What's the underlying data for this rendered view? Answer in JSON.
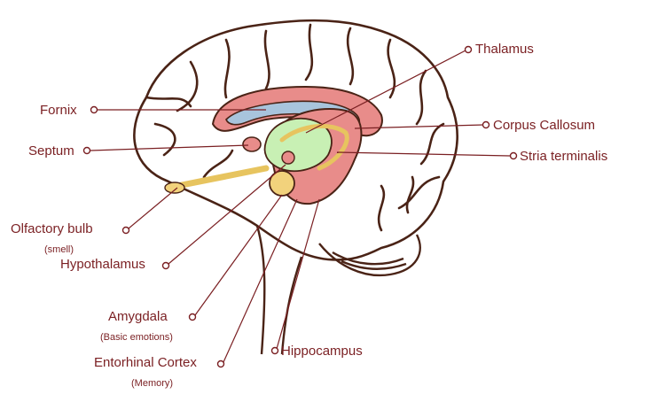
{
  "labels": {
    "thalamus": "Thalamus",
    "fornix": "Fornix",
    "corpus_callosum": "Corpus Callosum",
    "septum": "Septum",
    "stria_terminalis": "Stria terminalis",
    "olfactory_bulb": "Olfactory bulb",
    "olfactory_note": "(smell)",
    "hypothalamus": "Hypothalamus",
    "amygdala": "Amygdala",
    "amygdala_note": "(Basic emotions)",
    "entorhinal_cortex": "Entorhinal Cortex",
    "entorhinal_note": "(Memory)",
    "hippocampus": "Hippocampus"
  },
  "colors": {
    "outline": "#4a2316",
    "label_text": "#7a1f22",
    "leader_line": "#7a1f22",
    "corpus_callosum_fill": "#e88c8a",
    "fornix_fill": "#a8c4dc",
    "thalamus_fill": "#c8f0b4",
    "amygdala_fill": "#f2d27c",
    "olfactory_fill": "#f2d27c"
  }
}
